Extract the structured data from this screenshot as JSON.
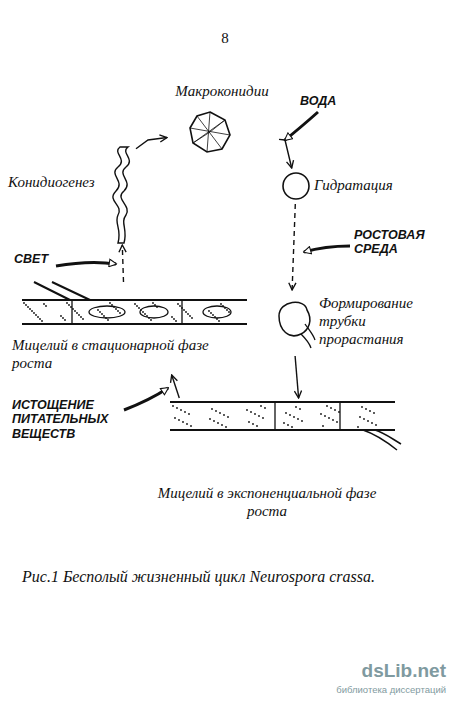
{
  "diagram": {
    "caption": "Рис.1 Бесполый жизненный цикл Neurospora crassa.",
    "nodes": [
      {
        "text": [
          "Макроконидии"
        ]
      },
      {
        "text": [
          "Конидиогенез"
        ]
      },
      {
        "text": [
          "Гидратация"
        ]
      },
      {
        "text": [
          "Мицелий в стационарной фазе роста"
        ]
      },
      {
        "text": [
          "Формирование трубки прорастания"
        ]
      },
      {
        "text": [
          "Мицелий в экспоненциальной фазе роста"
        ]
      }
    ],
    "edges": [
      {
        "from": 0,
        "to": 2,
        "arrow": "to"
      },
      {
        "from": 2,
        "to": 4,
        "arrow": "to"
      },
      {
        "from": 4,
        "to": 5,
        "arrow": "to"
      },
      {
        "from": 5,
        "to": 3,
        "arrow": "to"
      },
      {
        "from": 3,
        "to": 1,
        "arrow": "to"
      },
      {
        "from": 1,
        "to": 0,
        "arrow": "to"
      }
    ],
    "labels": [
      "8",
      "ВОДА",
      "РОСТОВАЯ СРЕДА",
      "СВЕТ",
      "ИСТОЩЕНИЕ ПИТАТЕЛЬНЫХ ВЕЩЕСТВ",
      "dsLib.net",
      "библиотека диссертаций"
    ]
  }
}
